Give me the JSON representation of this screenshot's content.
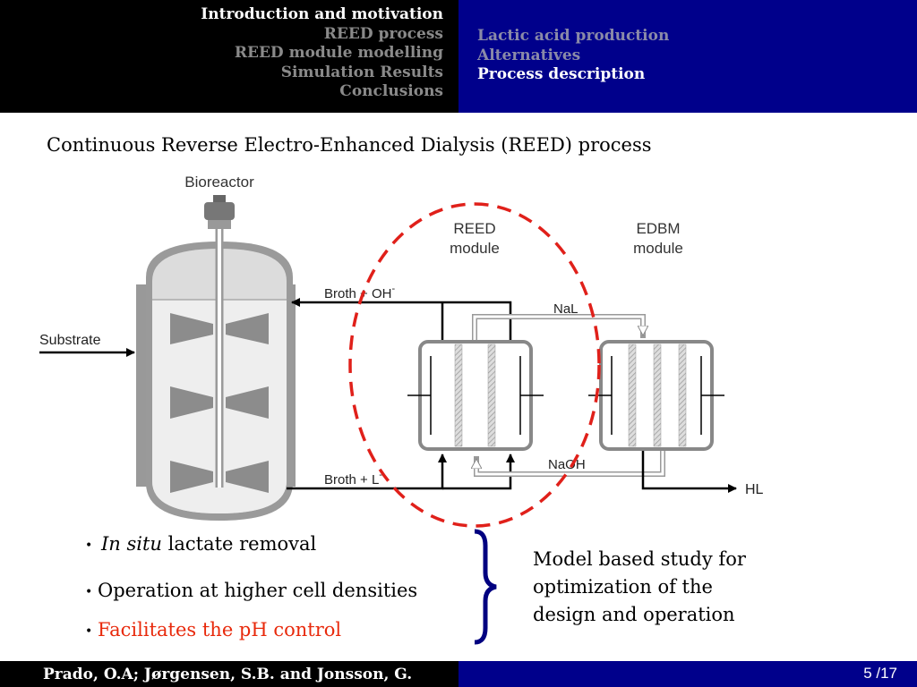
{
  "header": {
    "sections": [
      {
        "label": "Introduction and motivation",
        "active": true
      },
      {
        "label": "REED process",
        "active": false
      },
      {
        "label": "REED module modelling",
        "active": false
      },
      {
        "label": "Simulation Results",
        "active": false
      },
      {
        "label": "Conclusions",
        "active": false
      }
    ],
    "subsections": [
      {
        "label": "Lactic acid production",
        "active": false
      },
      {
        "label": "Alternatives",
        "active": false
      },
      {
        "label": "Process description",
        "active": true
      }
    ]
  },
  "slide": {
    "title": "Continuous Reverse Electro-Enhanced Dialysis (REED)  process"
  },
  "diagram": {
    "bioreactor_label": "Bioreactor",
    "substrate_label": "Substrate",
    "reed_label_1": "REED",
    "reed_label_2": "module",
    "edbm_label_1": "EDBM",
    "edbm_label_2": "module",
    "broth_oh_label": "Broth +  OH",
    "broth_oh_sup": "-",
    "broth_l_label": "Broth + L",
    "broth_l_sup": "-",
    "nal_label": "NaL",
    "naoh_label": "NaOH",
    "hl_label": "HL"
  },
  "bullets": [
    {
      "italic": "In situ",
      "text": " lactate removal",
      "red": false
    },
    {
      "italic": "",
      "text": "Operation at higher cell densities",
      "red": false
    },
    {
      "italic": "",
      "text": "Facilitates the pH control",
      "red": true
    }
  ],
  "note": {
    "line1": "Model based study for",
    "line2": "optimization of the",
    "line3": "design and operation"
  },
  "footer": {
    "authors": "Prado, O.A; Jørgensen, S.B. and Jonsson, G.",
    "page": "5 /17"
  },
  "colors": {
    "header_black": "#000000",
    "header_blue": "#00008b",
    "accent_red": "#e8290b",
    "brace_blue": "#000080",
    "dashed_ellipse": "#e0201a"
  }
}
